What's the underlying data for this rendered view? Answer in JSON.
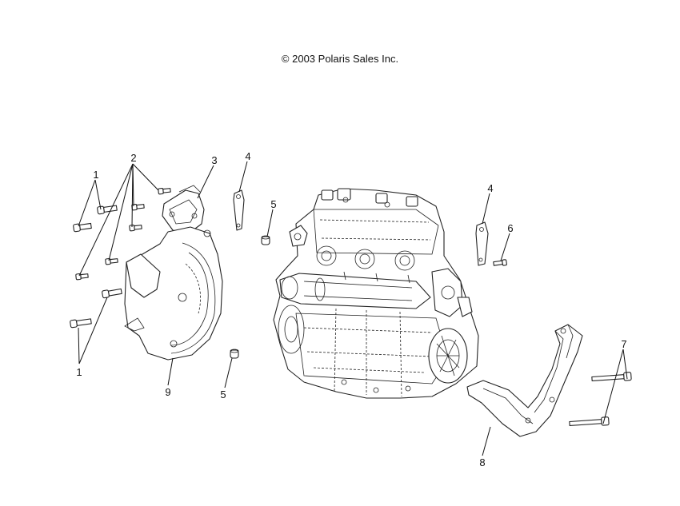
{
  "copyright": "© 2003 Polaris Sales Inc.",
  "callouts": [
    {
      "id": "c1a",
      "label": "1"
    },
    {
      "id": "c1b",
      "label": "1"
    },
    {
      "id": "c2",
      "label": "2"
    },
    {
      "id": "c3",
      "label": "3"
    },
    {
      "id": "c4a",
      "label": "4"
    },
    {
      "id": "c4b",
      "label": "4"
    },
    {
      "id": "c5a",
      "label": "5"
    },
    {
      "id": "c5b",
      "label": "5"
    },
    {
      "id": "c6",
      "label": "6"
    },
    {
      "id": "c7",
      "label": "7"
    },
    {
      "id": "c8",
      "label": "8"
    },
    {
      "id": "c9",
      "label": "9"
    }
  ]
}
